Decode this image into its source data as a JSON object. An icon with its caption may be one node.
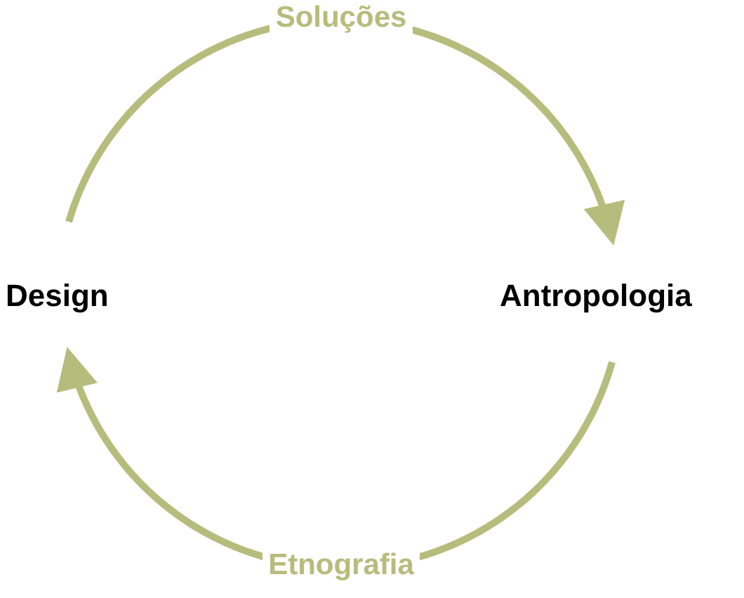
{
  "diagram": {
    "nodes": [
      {
        "text": [
          "Design"
        ]
      },
      {
        "text": [
          "Antropologia"
        ]
      }
    ],
    "edges": [
      {
        "from": 0,
        "to": 1,
        "arrow": "to",
        "label": "Soluções",
        "color": "#b5bd7c"
      },
      {
        "from": 1,
        "to": 0,
        "arrow": "to",
        "label": "Etnografia",
        "color": "#b5bd7c"
      }
    ]
  }
}
